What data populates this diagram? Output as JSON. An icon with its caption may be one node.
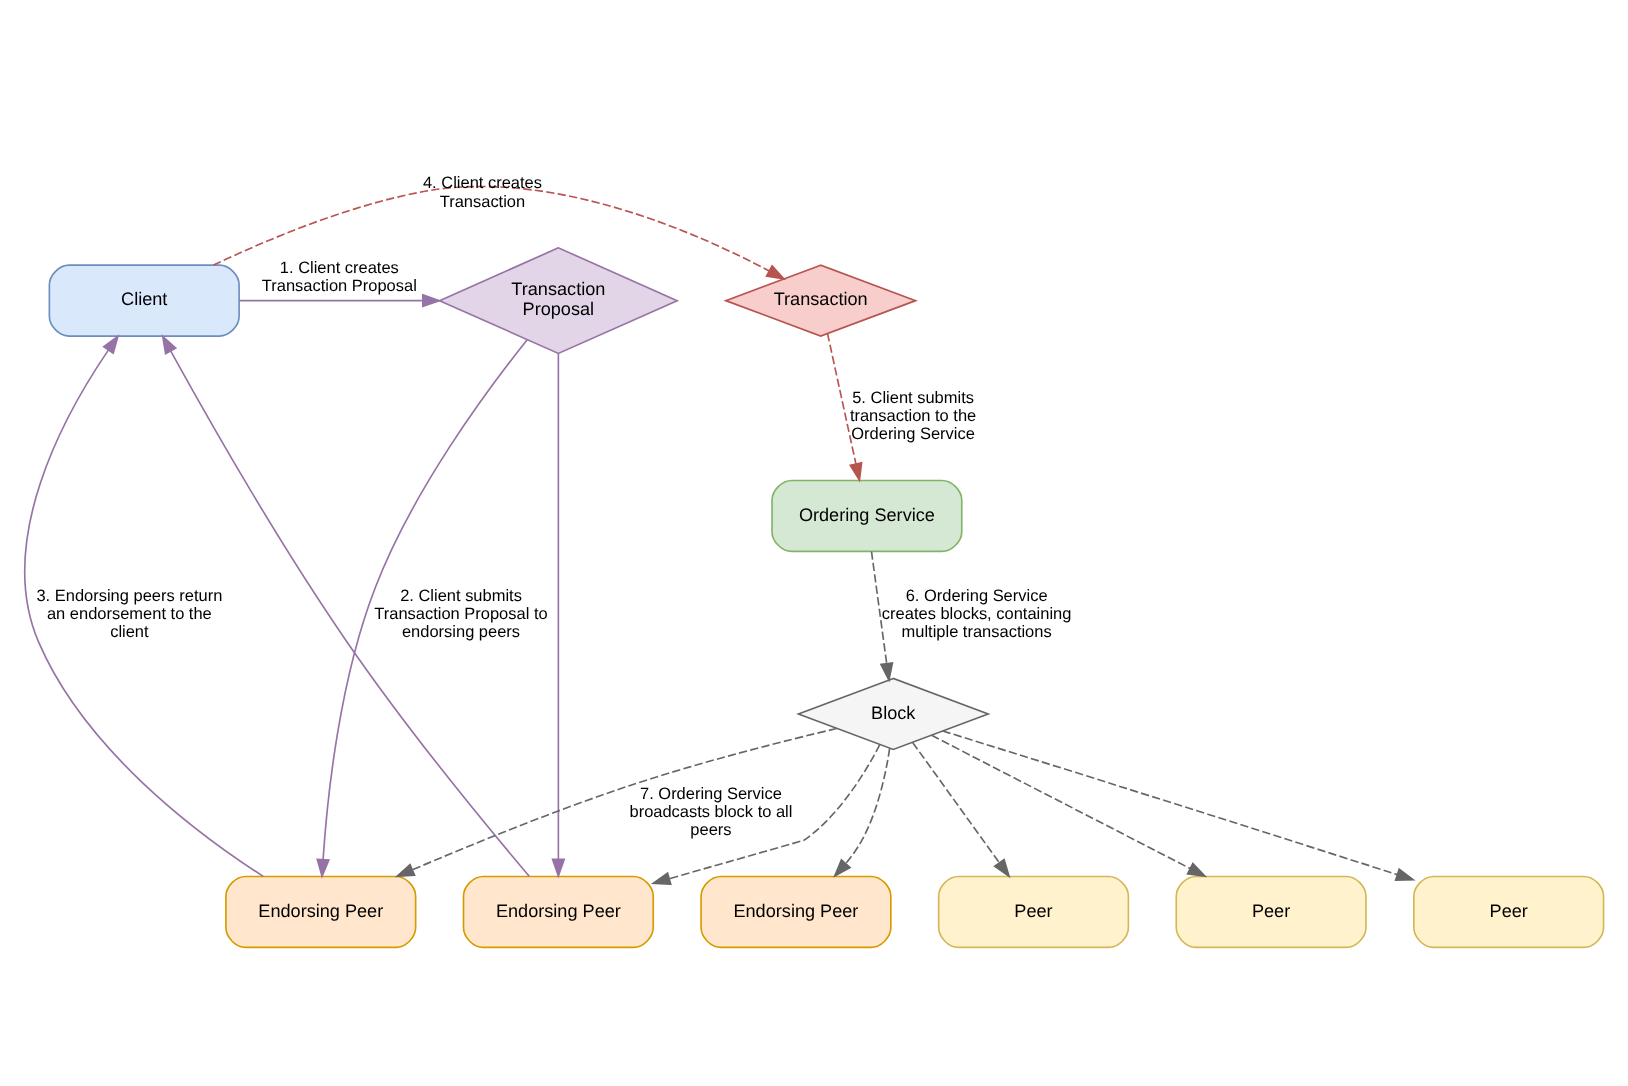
{
  "diagram": {
    "nodes": [
      {
        "text": [
          "Transaction"
        ]
      },
      {
        "text": [
          "Client"
        ]
      },
      {
        "text": [
          "Transaction Proposal"
        ]
      },
      {
        "text": [
          "Ordering Service"
        ]
      },
      {
        "text": [
          "Peer"
        ]
      },
      {
        "text": [
          "Peer"
        ]
      },
      {
        "text": [
          "Peer"
        ]
      },
      {
        "text": [
          "Endorsing Peer"
        ]
      },
      {
        "text": [
          "Endorsing Peer"
        ]
      },
      {
        "text": [
          "Endorsing Peer"
        ]
      },
      {
        "text": [
          "Block"
        ]
      }
    ],
    "edges": [
      {
        "from": 1,
        "to": 2,
        "arrow": "to",
        "label": "1. Client creates Transaction Proposal",
        "color": "#9673a6"
      },
      {
        "from": 2,
        "to": 7,
        "arrow": "to",
        "label": "2. Client submits Transaction Proposal to endorsing peers",
        "color": "#9673a6"
      },
      {
        "from": 2,
        "to": 8,
        "arrow": "to",
        "color": "#9673a6"
      },
      {
        "from": 7,
        "to": 1,
        "arrow": "to",
        "label": "3. Endorsing peers return an endorsement to the client",
        "color": "#9673a6"
      },
      {
        "from": 8,
        "to": 1,
        "arrow": "to",
        "color": "#9673a6"
      },
      {
        "from": 1,
        "to": 0,
        "arrow": "to",
        "label": "4. Client creates Transaction",
        "style": "dashed",
        "color": "#b85450"
      },
      {
        "from": 0,
        "to": 3,
        "arrow": "to",
        "label": "5. Client submits transaction to the Ordering Service",
        "style": "dashed",
        "color": "#b85450"
      },
      {
        "from": 3,
        "to": 10,
        "arrow": "to",
        "label": "6. Ordering Service creates blocks, containing multiple transactions",
        "style": "dashed"
      },
      {
        "from": 10,
        "to": 4,
        "arrow": "to",
        "style": "dashed"
      },
      {
        "from": 10,
        "to": 5,
        "arrow": "to",
        "style": "dashed"
      },
      {
        "from": 10,
        "to": 6,
        "arrow": "to",
        "style": "dashed"
      },
      {
        "from": 10,
        "to": 7,
        "arrow": "to",
        "label": "7. Ordering Service broadcasts block to all peers",
        "style": "dashed"
      },
      {
        "from": 10,
        "to": 8,
        "arrow": "to",
        "style": "dashed"
      },
      {
        "from": 10,
        "to": 9,
        "arrow": "to",
        "style": "dashed"
      }
    ]
  }
}
